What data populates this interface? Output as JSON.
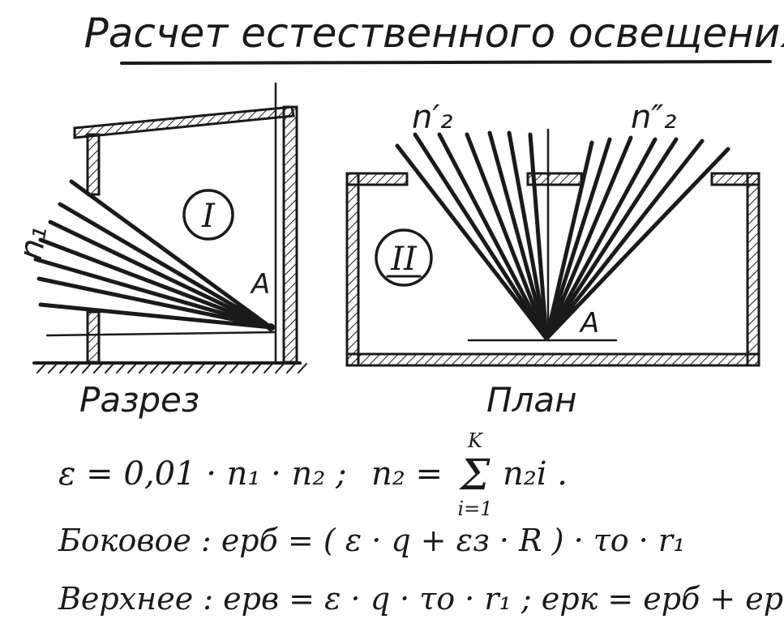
{
  "title": "Расчет естественного освещения",
  "section": {
    "label": "Разрез",
    "room_number": "I",
    "ray_label": "n₁",
    "point_label": "A"
  },
  "plan": {
    "label": "План",
    "room_number": "II",
    "left_rays_label": "n′₂",
    "right_rays_label": "n″₂",
    "point_label": "A"
  },
  "formulas": {
    "line1_a": "ε = 0,01 · n₁ · n₂ ;",
    "line1_b": "n₂ =",
    "sum_top": "K",
    "sum_sign": "Σ",
    "sum_bottom": "i=1",
    "line1_c": "n₂i .",
    "line2": "Боковое :  eрб = ( ε · q + εз · R ) · τо · r₁",
    "line3": "Верхнее :  eрв = ε · q · τо · r₁ ;  eрк = eрб + eрв"
  }
}
